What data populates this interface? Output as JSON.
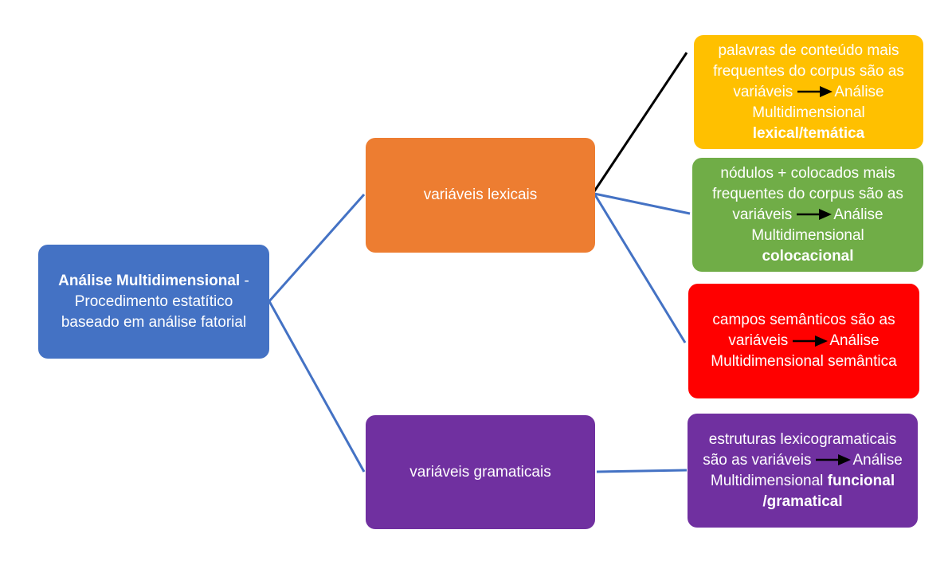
{
  "colors": {
    "connector_blue": "#4472c4",
    "connector_black": "#000000",
    "root": "#4472c4",
    "lexical": "#ed7d31",
    "grammatical": "#7030a0",
    "leaf_lexical_thematic": "#ffc000",
    "leaf_collocational": "#70ad47",
    "leaf_semantic": "#ff0000",
    "leaf_functional": "#7030a0"
  },
  "root": {
    "bold": "Análise Multidimensional",
    "rest_line1": " -",
    "line2": "Procedimento estatítico",
    "line3": "baseado em análise fatorial"
  },
  "branches": {
    "lexical": "variáveis lexicais",
    "grammatical": "variáveis gramaticais"
  },
  "leaves": {
    "thematic": {
      "line1": "palavras de conteúdo mais",
      "line2": "frequentes do corpus são as",
      "pre_arrow": "variáveis",
      "post_arrow": "Análise",
      "line4": "Multidimensional",
      "bold": "lexical/temática"
    },
    "collocational": {
      "line1": "nódulos + colocados mais",
      "line2": "frequentes do corpus são as",
      "pre_arrow": "variáveis",
      "post_arrow": "Análise",
      "line4": "Multidimensional",
      "bold": "colocacional"
    },
    "semantic": {
      "line1": "campos semânticos são as",
      "pre_arrow": "variáveis",
      "post_arrow": "Análise",
      "line3": "Multidimensional semântica"
    },
    "functional": {
      "line1": "estruturas lexicogramaticais",
      "pre_arrow": "são as variáveis",
      "post_arrow": "Análise",
      "line3_plain": "Multidimensional ",
      "line3_bold": "funcional",
      "line4_bold": "/gramatical"
    }
  }
}
